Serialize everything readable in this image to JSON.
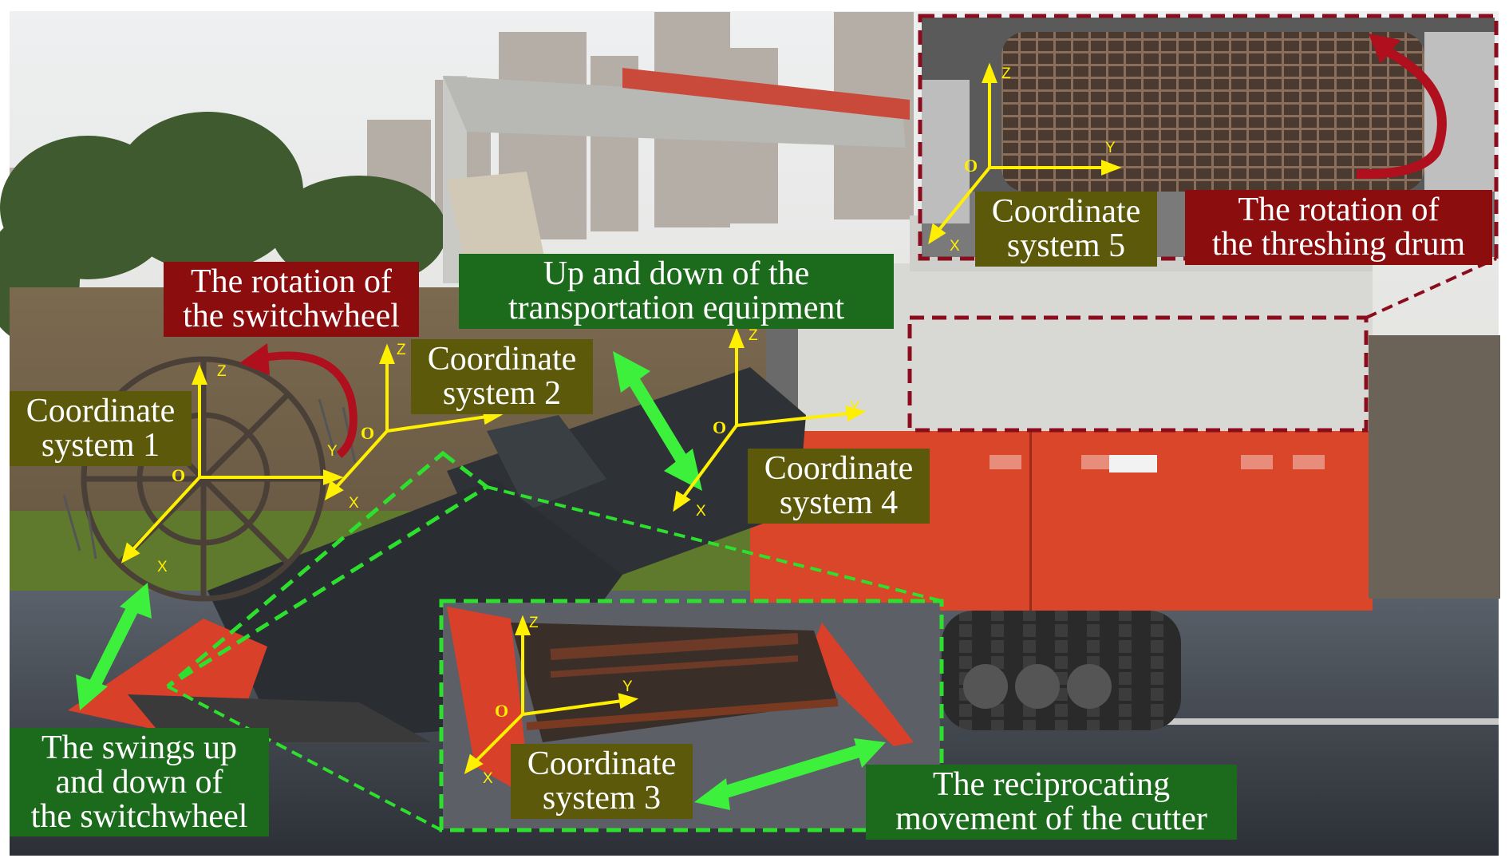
{
  "figure": {
    "colors": {
      "sky": "#dfe3e6",
      "harvester_red": "#d9462a",
      "harvester_gray": "#d9d9d6",
      "road": "#3f454d",
      "axis": "#ffef00",
      "green_arrow": "#3cf03c",
      "green_box": "#1c6b1c",
      "olive_box": "#5c5a0a",
      "red_box": "#8c0d0d",
      "callout_red": "#8b0d1d",
      "callout_green": "#2ee02e"
    },
    "motions": {
      "switchwheel_rotation": [
        "The rotation of",
        "the switchwheel"
      ],
      "transport_updown": [
        "Up and down of the",
        "transportation equipment"
      ],
      "threshing_rotation": [
        "The rotation of",
        "the threshing drum"
      ],
      "switchwheel_swing": [
        "The swings up",
        "and down of",
        "the switchwheel"
      ],
      "cutter_reciprocating": [
        "The reciprocating",
        "movement of the cutter"
      ]
    },
    "coordinate_systems": [
      {
        "id": 1,
        "lines": [
          "Coordinate",
          "system 1"
        ]
      },
      {
        "id": 2,
        "lines": [
          "Coordinate",
          "system 2"
        ]
      },
      {
        "id": 3,
        "lines": [
          "Coordinate",
          "system 3"
        ]
      },
      {
        "id": 4,
        "lines": [
          "Coordinate",
          "system 4"
        ]
      },
      {
        "id": 5,
        "lines": [
          "Coordinate",
          "system 5"
        ]
      }
    ],
    "axis_labels": {
      "x": "X",
      "y": "Y",
      "z": "Z",
      "origin": "O"
    }
  }
}
